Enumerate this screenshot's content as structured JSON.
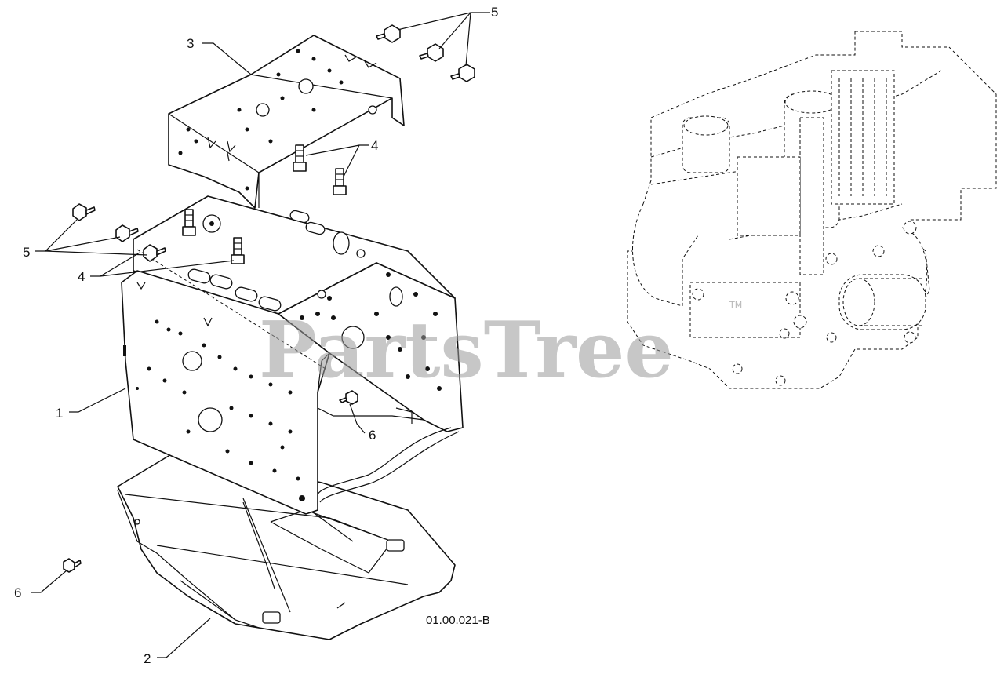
{
  "diagram": {
    "callouts": [
      {
        "id": "c1",
        "label": "1"
      },
      {
        "id": "c2",
        "label": "2"
      },
      {
        "id": "c3",
        "label": "3"
      },
      {
        "id": "c4a",
        "label": "4"
      },
      {
        "id": "c4b",
        "label": "4"
      },
      {
        "id": "c5a",
        "label": "5"
      },
      {
        "id": "c5b",
        "label": "5"
      },
      {
        "id": "c6a",
        "label": "6"
      },
      {
        "id": "c6b",
        "label": "6"
      }
    ],
    "figure_ref": "01.00.021-B"
  },
  "watermark": {
    "text": "PartsTree",
    "trademark": "TM"
  }
}
